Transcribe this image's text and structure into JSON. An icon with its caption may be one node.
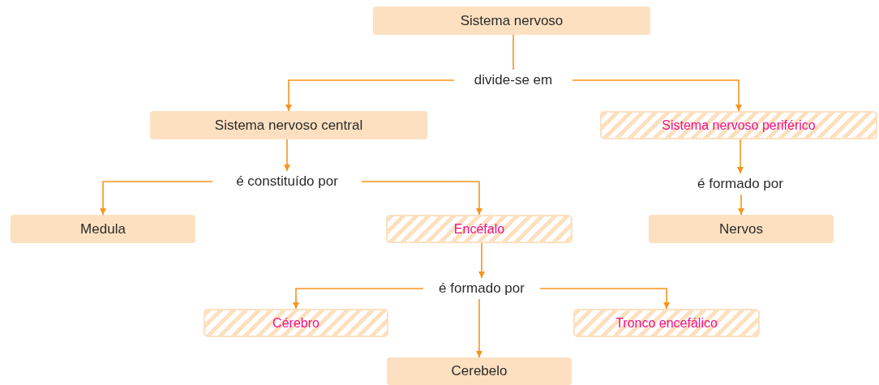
{
  "diagram": {
    "nodes": [
      {
        "text": [
          "Sistema nervoso"
        ]
      },
      {
        "text": [
          "divide-se em"
        ]
      },
      {
        "text": [
          "Sistema nervoso central"
        ]
      },
      {
        "text": [
          "Sistema nervoso periférico"
        ]
      },
      {
        "text": [
          "é constituído por"
        ]
      },
      {
        "text": [
          "é formado por"
        ]
      },
      {
        "text": [
          "Medula"
        ]
      },
      {
        "text": [
          "Encéfalo"
        ]
      },
      {
        "text": [
          "Nervos"
        ]
      },
      {
        "text": [
          "é formado por"
        ]
      },
      {
        "text": [
          "Cérebro"
        ]
      },
      {
        "text": [
          "Tronco encefálico"
        ]
      },
      {
        "text": [
          "Cerebelo"
        ]
      }
    ],
    "edges": [
      {
        "from": 0,
        "to": 1,
        "arrow": "none"
      },
      {
        "from": 1,
        "to": 2,
        "arrow": "to"
      },
      {
        "from": 1,
        "to": 3,
        "arrow": "to"
      },
      {
        "from": 2,
        "to": 4,
        "arrow": "to"
      },
      {
        "from": 4,
        "to": 6,
        "arrow": "to"
      },
      {
        "from": 4,
        "to": 7,
        "arrow": "to"
      },
      {
        "from": 3,
        "to": 5,
        "arrow": "to"
      },
      {
        "from": 5,
        "to": 8,
        "arrow": "to"
      },
      {
        "from": 7,
        "to": 9,
        "arrow": "to"
      },
      {
        "from": 9,
        "to": 10,
        "arrow": "to"
      },
      {
        "from": 9,
        "to": 11,
        "arrow": "to"
      },
      {
        "from": 9,
        "to": 12,
        "arrow": "to"
      }
    ]
  }
}
